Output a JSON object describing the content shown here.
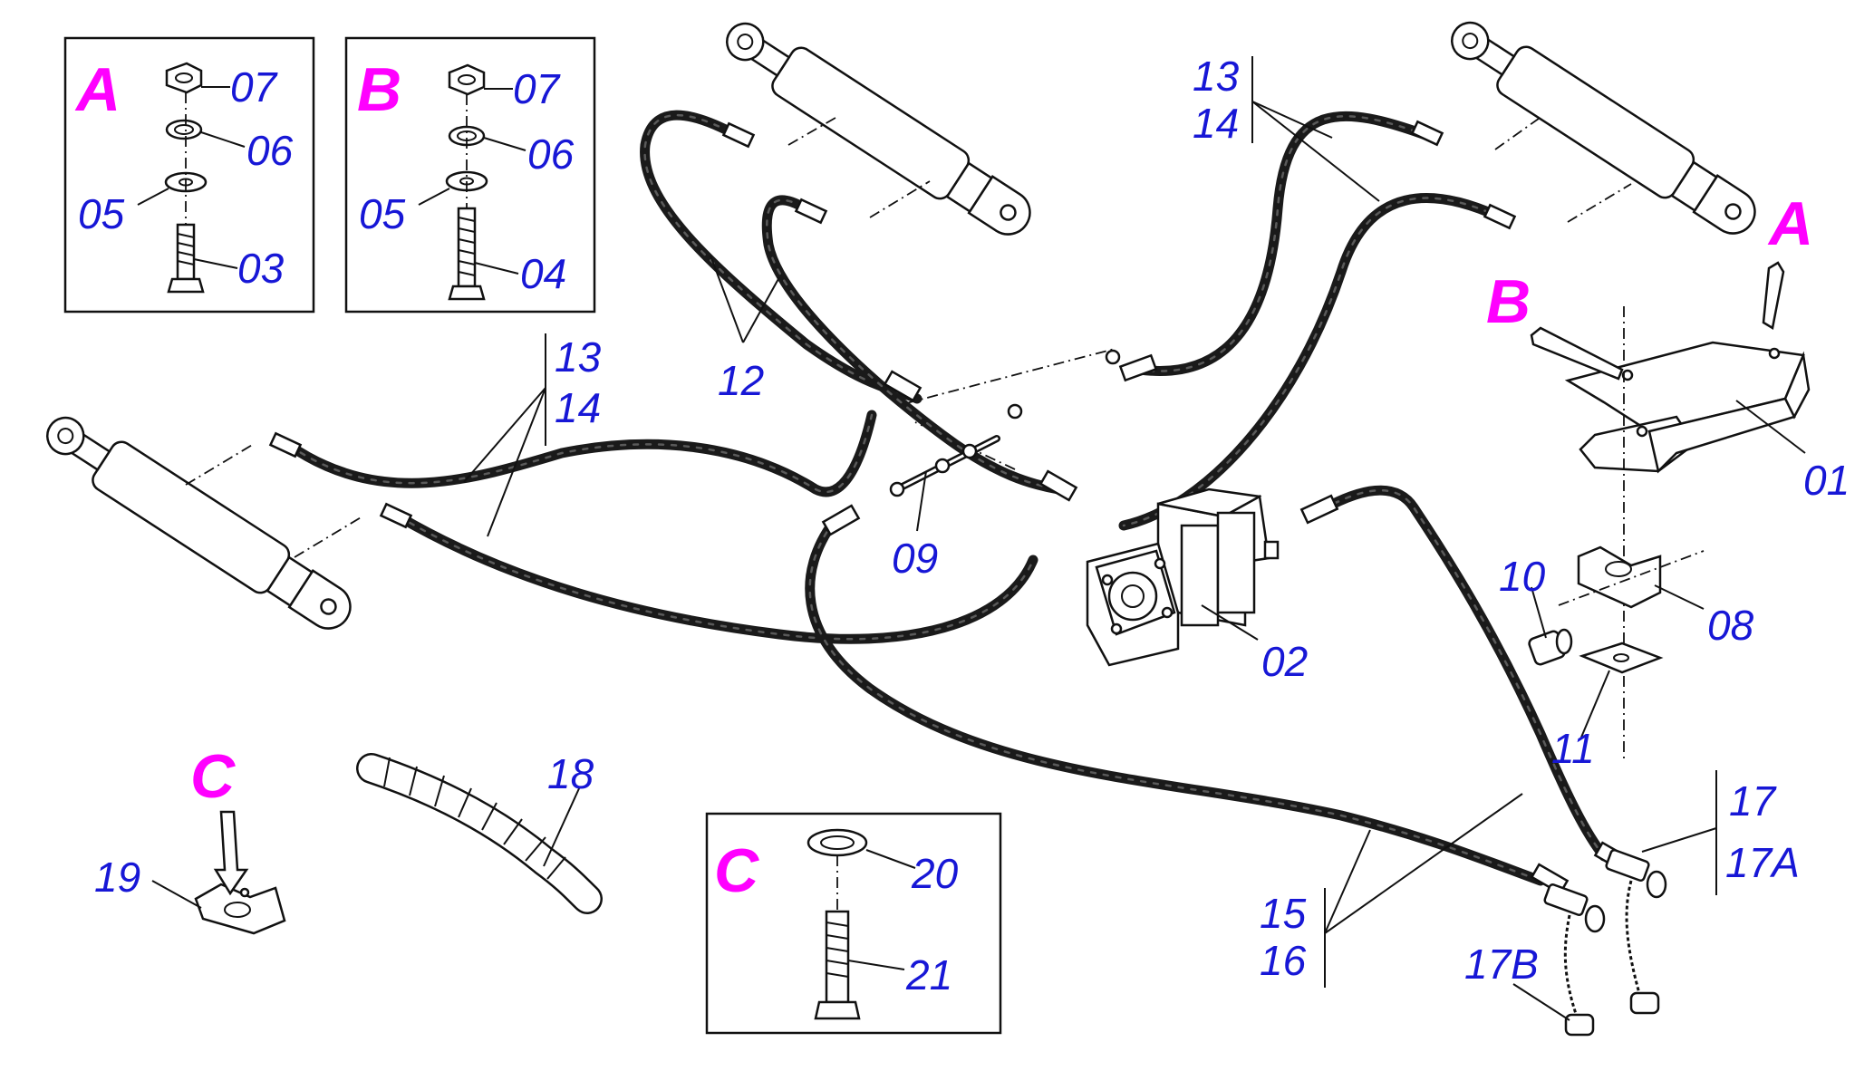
{
  "colors": {
    "callout": "#1717d6",
    "view_letter": "#ff00ff",
    "line": "#111111"
  },
  "panels": {
    "A": {
      "letter": "A",
      "items": [
        "07",
        "06",
        "05",
        "03"
      ]
    },
    "B": {
      "letter": "B",
      "items": [
        "07",
        "06",
        "05",
        "04"
      ]
    },
    "C": {
      "letter": "C",
      "items": [
        "20",
        "21"
      ]
    }
  },
  "view_markers": {
    "a": "A",
    "b": "B",
    "c": "C"
  },
  "callouts": {
    "p01": "01",
    "p02": "02",
    "p08": "08",
    "p09": "09",
    "p10": "10",
    "p11": "11",
    "p12": "12",
    "p13_top": "13",
    "p14_top": "14",
    "p13_left": "13",
    "p14_left": "14",
    "p15": "15",
    "p16": "16",
    "p17": "17",
    "p17a": "17A",
    "p17b": "17B",
    "p18": "18",
    "p19": "19"
  }
}
